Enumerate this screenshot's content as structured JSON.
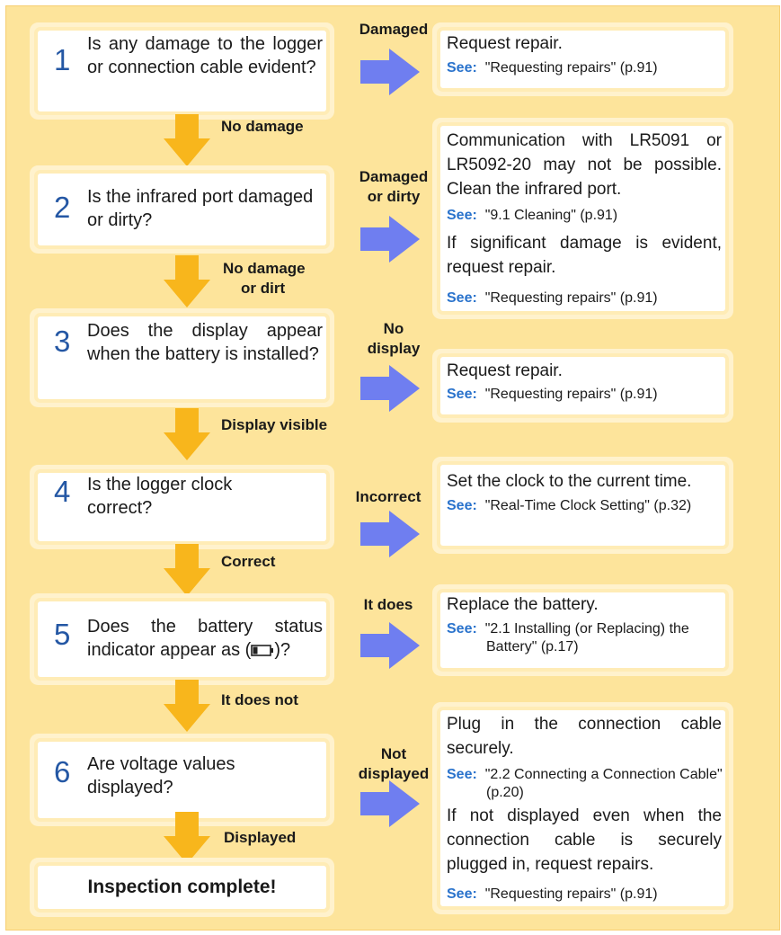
{
  "steps": [
    {
      "number": "1",
      "question": "Is any damage to the logger or connection cable evident?",
      "down_label": "No damage",
      "right_label": "Damaged"
    },
    {
      "number": "2",
      "question": "Is the infrared port damaged or dirty?",
      "down_label_line1": "No damage",
      "down_label_line2": "or dirt",
      "right_label_line1": "Damaged",
      "right_label_line2": "or dirty"
    },
    {
      "number": "3",
      "question": "Does the display appear when the battery is installed?",
      "down_label": "Display visible",
      "right_label_line1": "No",
      "right_label_line2": "display"
    },
    {
      "number": "4",
      "question": "Is the logger clock correct?",
      "down_label": "Correct",
      "right_label": "Incorrect"
    },
    {
      "number": "5",
      "question_pre": "Does the battery status indicator appear as (",
      "question_post": ")?",
      "down_label": "It does not",
      "right_label": "It does"
    },
    {
      "number": "6",
      "question": "Are voltage values displayed?",
      "down_label": "Displayed",
      "right_label_line1": "Not",
      "right_label_line2": "displayed"
    }
  ],
  "see_label": "See:",
  "results": [
    {
      "text": "Request repair.",
      "see": "\"Requesting repairs\" (p.91)"
    },
    {
      "text1": "Communication with LR5091 or LR5092-20 may not be possible. Clean the infrared port.",
      "see1": "\"9.1 Cleaning\" (p.91)",
      "text2": "If significant damage is evident, request repair.",
      "see2": "\"Requesting repairs\" (p.91)"
    },
    {
      "text": "Request repair.",
      "see": "\"Requesting repairs\" (p.91)"
    },
    {
      "text": "Set the clock to the current time.",
      "see": "\"Real-Time Clock Setting\" (p.32)"
    },
    {
      "text": "Replace the battery.",
      "see": "\"2.1 Installing (or Replacing) the Battery\" (p.17)"
    },
    {
      "text1": "Plug in the connection cable securely.",
      "see1": "\"2.2 Connecting a Connection Cable\" (p.20)",
      "text2": "If not displayed even when the connection cable is securely plugged in, request repairs.",
      "see2": "\"Requesting repairs\" (p.91)"
    }
  ],
  "final": "Inspection complete!",
  "colors": {
    "background": "#fde49b",
    "step_number": "#2457a4",
    "see_label": "#2a73cc",
    "down_arrow": "#f8b61c",
    "right_arrow": "#6f7ef0"
  }
}
